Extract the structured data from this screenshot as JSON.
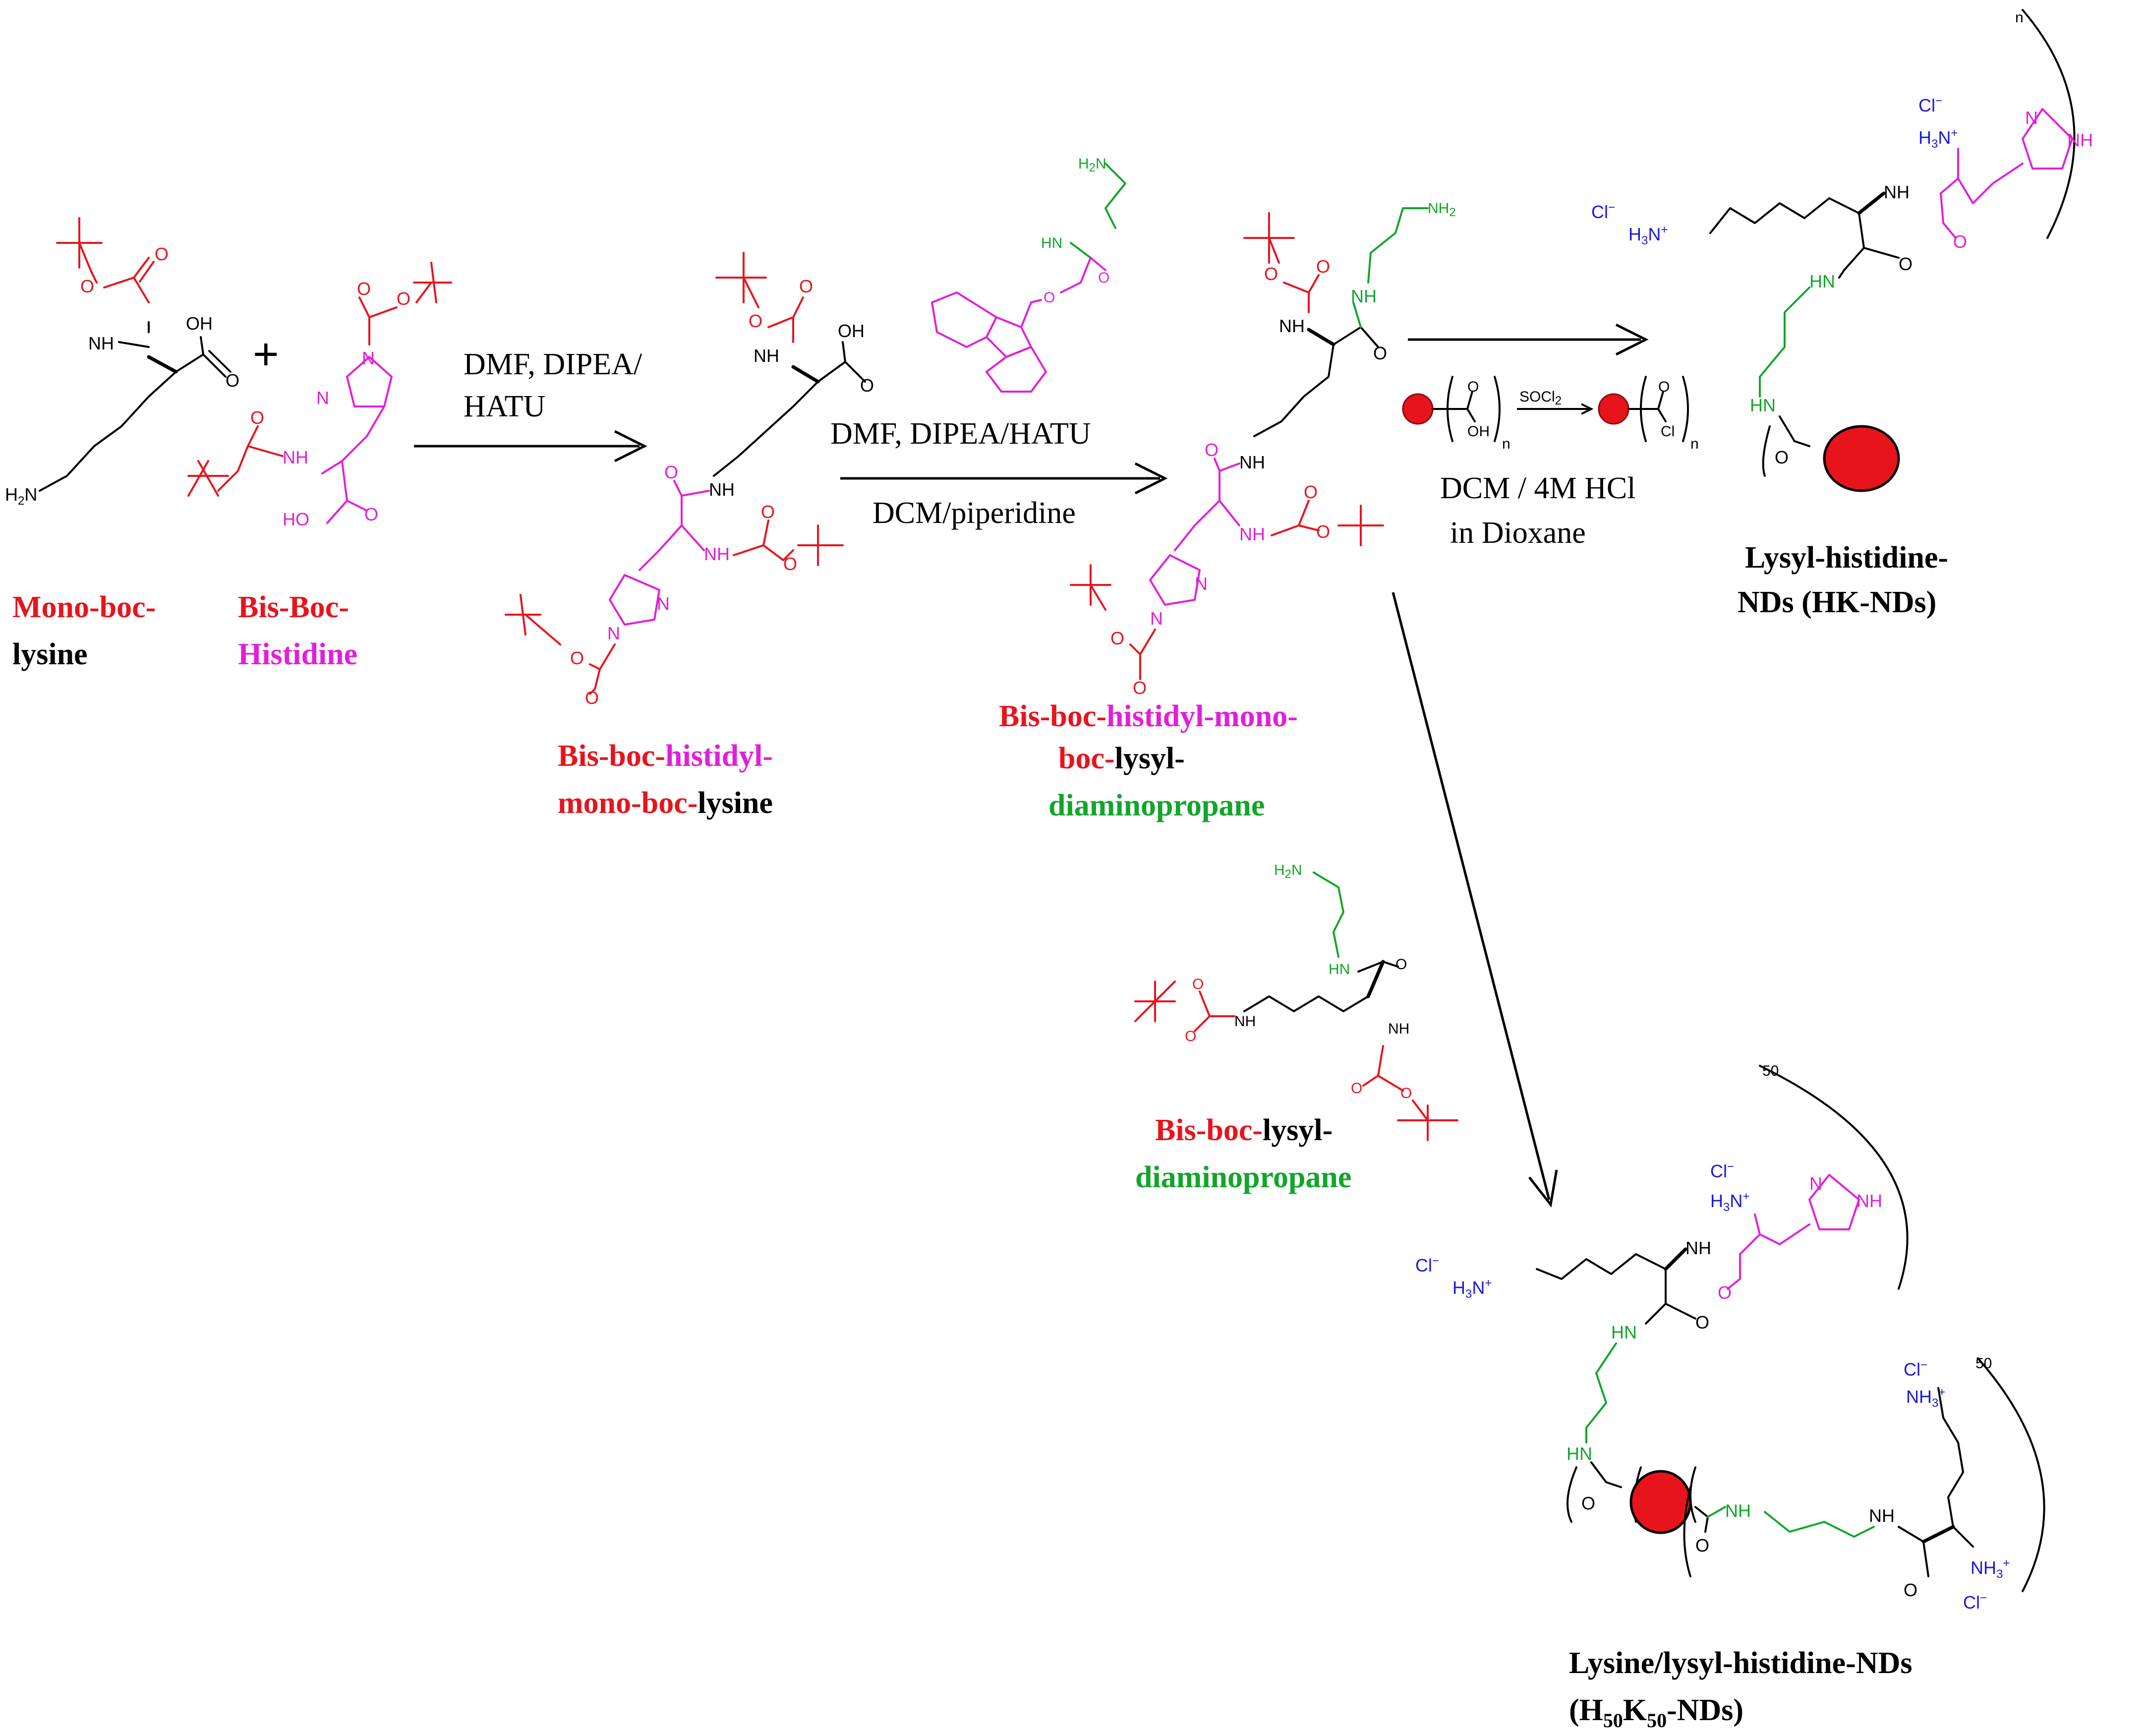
{
  "conditions": {
    "step1_line1": "DMF, DIPEA/",
    "step1_line2": "HATU",
    "step2_line1": "DMF, DIPEA/HATU",
    "step2_line2": "DCM/piperidine",
    "step3_line1": "DCM / 4M HCl",
    "step3_line2": "in Dioxane",
    "socl2": "SOCl",
    "socl2_sub": "2"
  },
  "labels": {
    "mono_boc_lysine": {
      "p1": "Mono-boc-",
      "p2": "lysine"
    },
    "bis_boc_histidine": {
      "p1": "Bis-Boc-",
      "p2": "Histidine"
    },
    "intermediate1": {
      "p1": "Bis-boc-",
      "p2": "histidyl-",
      "p3": "mono-boc-",
      "p4": "lysine"
    },
    "intermediate2": {
      "p1": "Bis-boc-",
      "p2": "histidyl-mono-",
      "p3": "boc-",
      "p4": "lysyl-",
      "p5": "diaminopropane"
    },
    "bis_boc_lysyl": {
      "p1": "Bis-boc-",
      "p2": "lysyl-",
      "p3": "diaminopropane"
    },
    "hk_nds": {
      "p1": "Lysyl-histidine-",
      "p2": "NDs (HK-NDs)"
    },
    "h50k50": {
      "p1": "Lysine/lysyl-histidine-NDs",
      "p2": "(H",
      "p2a": "50",
      "p2b": "K",
      "p2c": "50",
      "p2d": "-NDs)"
    }
  },
  "atoms": {
    "oh": "OH",
    "o": "O",
    "nh": "NH",
    "hn": "HN",
    "n": "N",
    "h2n": "H",
    "h2n_sub": "2",
    "h2n_n": "N",
    "nh2": "NH",
    "nh2_sub": "2",
    "ho": "HO",
    "cl_minus": "Cl",
    "minus": "−",
    "plus": "+",
    "h3n": "H",
    "h3n_sub": "3",
    "h3n_n": "N",
    "nh3": "NH",
    "nh3_sub": "3",
    "cl": "Cl",
    "n_sub": "n",
    "fifty": "50"
  },
  "symbols": {
    "plus_sign": "+"
  },
  "colors": {
    "black": "#000000",
    "boc_red": "#e8141c",
    "histidine_magenta": "#e21fd8",
    "diaminopropane_green": "#12a52a",
    "charge_blue": "#1a1ad8",
    "nanodiamond_red": "#e8141c"
  }
}
